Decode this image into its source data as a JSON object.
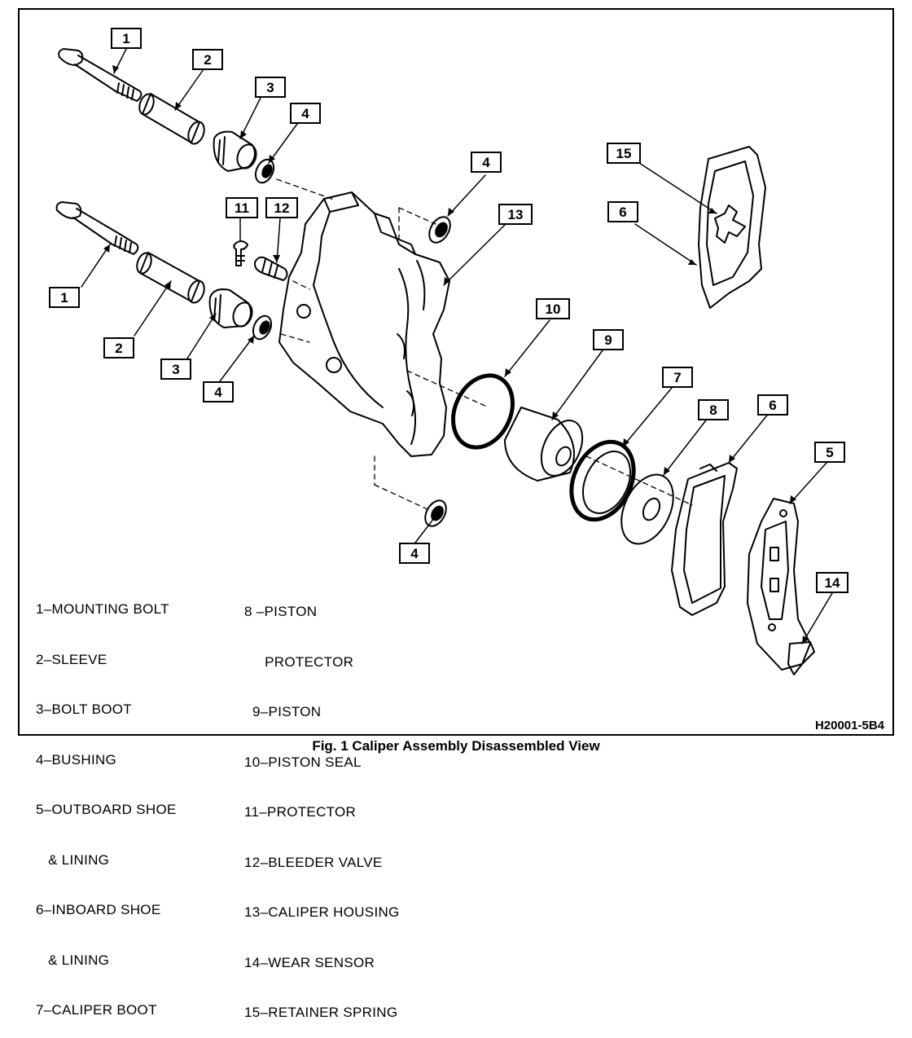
{
  "callouts": {
    "c1a": "1",
    "c2a": "2",
    "c3a": "3",
    "c4a": "4",
    "c4b": "4",
    "c11": "11",
    "c12": "12",
    "c13": "13",
    "c15": "15",
    "c6a": "6",
    "c1b": "1",
    "c2b": "2",
    "c3b": "3",
    "c4c": "4",
    "c10": "10",
    "c9": "9",
    "c7": "7",
    "c8": "8",
    "c6b": "6",
    "c5": "5",
    "c4d": "4",
    "c14": "14"
  },
  "legend_left": [
    "1–MOUNTING BOLT",
    "2–SLEEVE",
    "3–BOLT BOOT",
    "4–BUSHING",
    "5–OUTBOARD SHOE",
    "   & LINING",
    "6–INBOARD SHOE",
    "   & LINING",
    "7–CALIPER BOOT"
  ],
  "legend_right": [
    "8 –PISTON",
    "     PROTECTOR",
    "  9–PISTON",
    "10–PISTON SEAL",
    "11–PROTECTOR",
    "12–BLEEDER VALVE",
    "13–CALIPER HOUSING",
    "14–WEAR SENSOR",
    "15–RETAINER SPRING"
  ],
  "figure_ref": "H20001-5B4",
  "caption": "Fig. 1 Caliper Assembly Disassembled View"
}
